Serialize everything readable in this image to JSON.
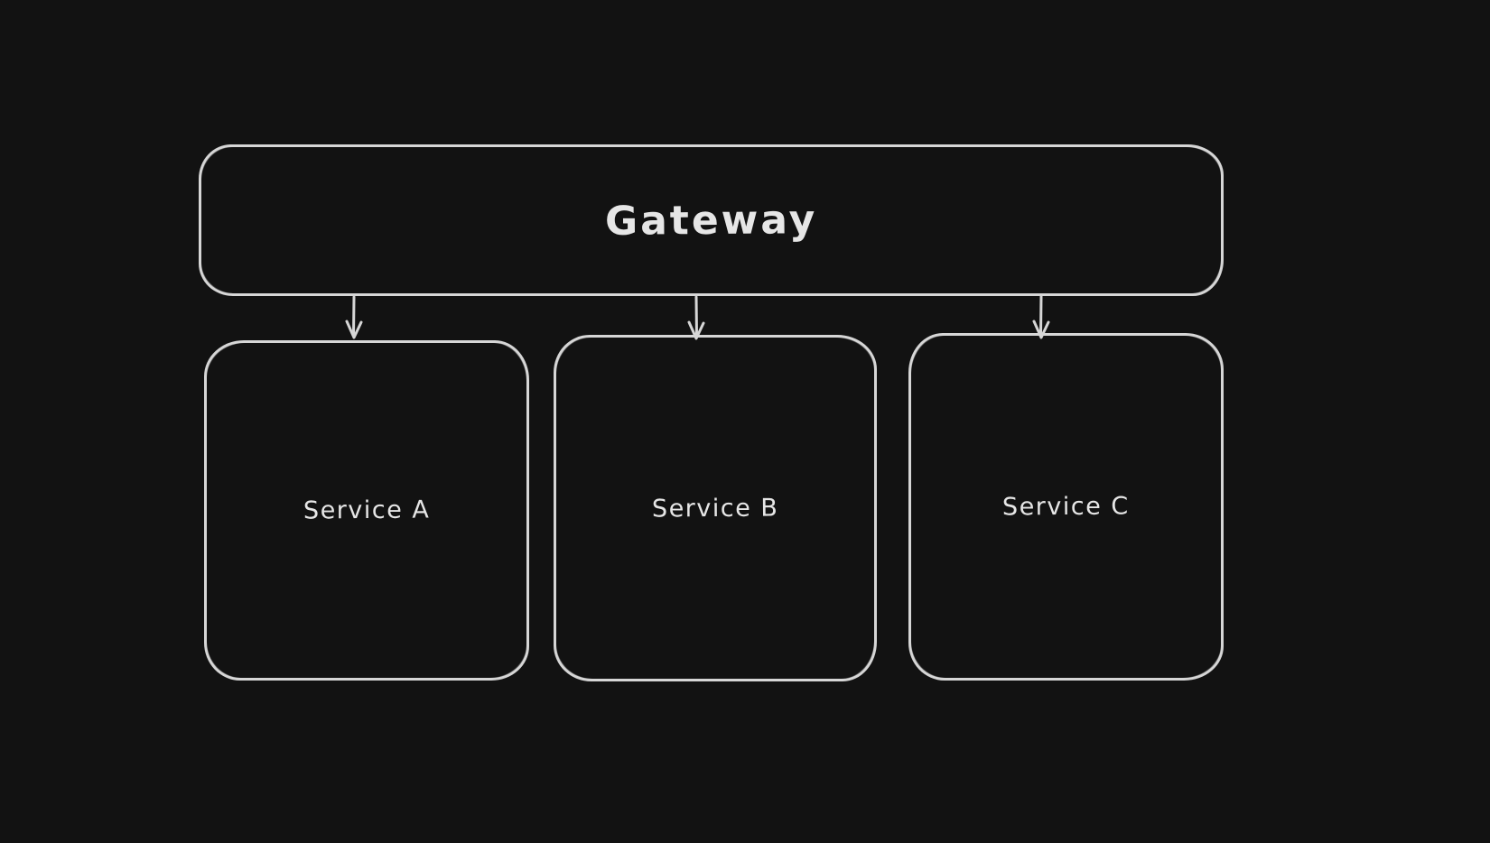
{
  "diagram": {
    "kind": "hand-drawn-architecture-diagram",
    "nodes": [
      {
        "id": "gateway",
        "label": "Gateway",
        "shape": "rounded-rectangle",
        "row": "top"
      },
      {
        "id": "service-a",
        "label": "Service A",
        "shape": "rounded-rectangle",
        "row": "bottom"
      },
      {
        "id": "service-b",
        "label": "Service B",
        "shape": "rounded-rectangle",
        "row": "bottom"
      },
      {
        "id": "service-c",
        "label": "Service C",
        "shape": "rounded-rectangle",
        "row": "bottom"
      }
    ],
    "edges": [
      {
        "from": "gateway",
        "to": "service-a",
        "type": "arrow",
        "direction": "down"
      },
      {
        "from": "gateway",
        "to": "service-b",
        "type": "arrow",
        "direction": "down"
      },
      {
        "from": "gateway",
        "to": "service-c",
        "type": "arrow",
        "direction": "down"
      }
    ],
    "colors": {
      "background": "#121212",
      "stroke": "#d6d6d6",
      "text": "#e6e6e6"
    }
  }
}
